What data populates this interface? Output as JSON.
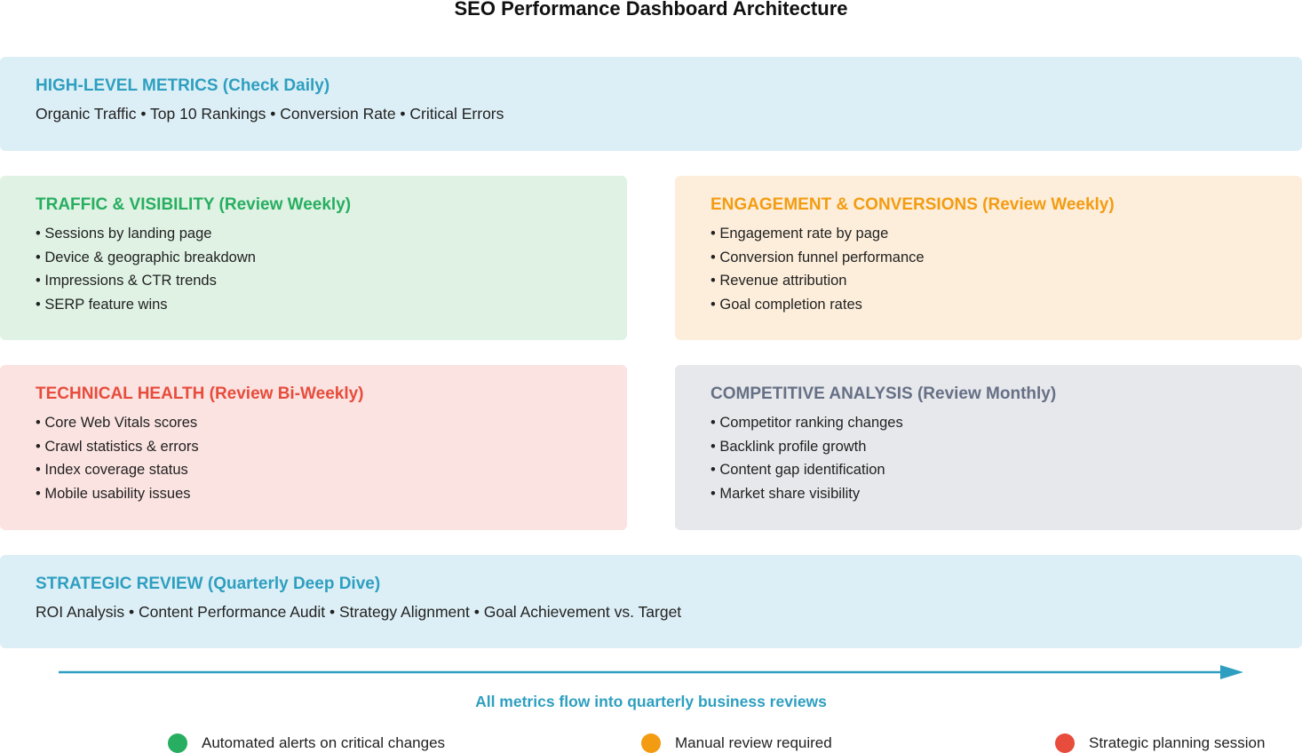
{
  "title": "SEO Performance Dashboard Architecture",
  "colors": {
    "blue": "#2e9fc0",
    "green": "#27ae60",
    "orange": "#f39c12",
    "red": "#e74c3c",
    "gray": "#667085"
  },
  "high_level": {
    "heading": "HIGH-LEVEL METRICS (Check Daily)",
    "line": "Organic Traffic • Top 10 Rankings • Conversion Rate • Critical Errors"
  },
  "traffic": {
    "heading": "TRAFFIC & VISIBILITY (Review Weekly)",
    "items": [
      "Sessions by landing page",
      "Device & geographic breakdown",
      "Impressions & CTR trends",
      "SERP feature wins"
    ]
  },
  "engagement": {
    "heading": "ENGAGEMENT & CONVERSIONS (Review Weekly)",
    "items": [
      "Engagement rate by page",
      "Conversion funnel performance",
      "Revenue attribution",
      "Goal completion rates"
    ]
  },
  "technical": {
    "heading": "TECHNICAL HEALTH (Review Bi-Weekly)",
    "items": [
      "Core Web Vitals scores",
      "Crawl statistics & errors",
      "Index coverage status",
      "Mobile usability issues"
    ]
  },
  "competitive": {
    "heading": "COMPETITIVE ANALYSIS (Review Monthly)",
    "items": [
      "Competitor ranking changes",
      "Backlink profile growth",
      "Content gap identification",
      "Market share visibility"
    ]
  },
  "strategic": {
    "heading": "STRATEGIC REVIEW (Quarterly Deep Dive)",
    "line": "ROI Analysis • Content Performance Audit • Strategy Alignment • Goal Achievement vs. Target"
  },
  "flow_label": "All metrics flow into quarterly business reviews",
  "legend": [
    {
      "label": "Automated alerts on critical changes"
    },
    {
      "label": "Manual review required"
    },
    {
      "label": "Strategic planning session"
    }
  ]
}
